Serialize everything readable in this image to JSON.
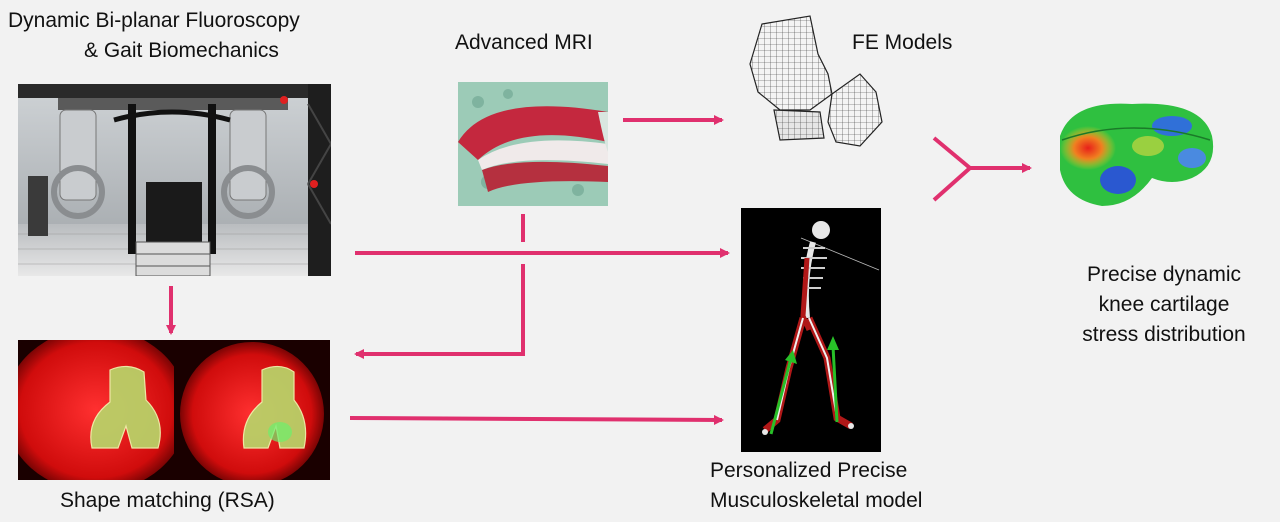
{
  "labels": {
    "fluoro_line1": "Dynamic Bi-planar Fluoroscopy",
    "fluoro_line2": "& Gait Biomechanics",
    "mri": "Advanced MRI",
    "fe": "FE Models",
    "stress_line1": "Precise dynamic",
    "stress_line2": "knee cartilage",
    "stress_line3": "stress distribution",
    "msk_line1": "Personalized Precise",
    "msk_line2": "Musculoskeletal model",
    "rsa": "Shape matching (RSA)"
  },
  "colors": {
    "arrow": "#e0306e",
    "background": "#f2f2f2",
    "rsa_red": "#e01010",
    "bone_green": "#b8d66a",
    "skeleton_muscle": "#b01818"
  }
}
